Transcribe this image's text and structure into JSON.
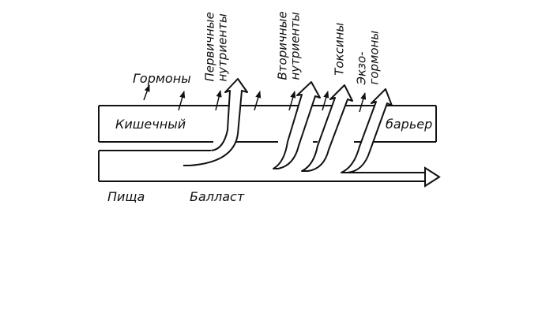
{
  "labels": {
    "hormones": "Гормоны",
    "intestinal": "Кишечный",
    "barrier": "барьер",
    "food": "Пища",
    "ballast": "Балласт"
  },
  "outputs": {
    "primary_nutrients": "Первичные\nнутриенты",
    "secondary_nutrients": "Вторичные\nнутриенты",
    "toxins": "Токсины",
    "exohormones": "Экзо-\nгормоны"
  }
}
